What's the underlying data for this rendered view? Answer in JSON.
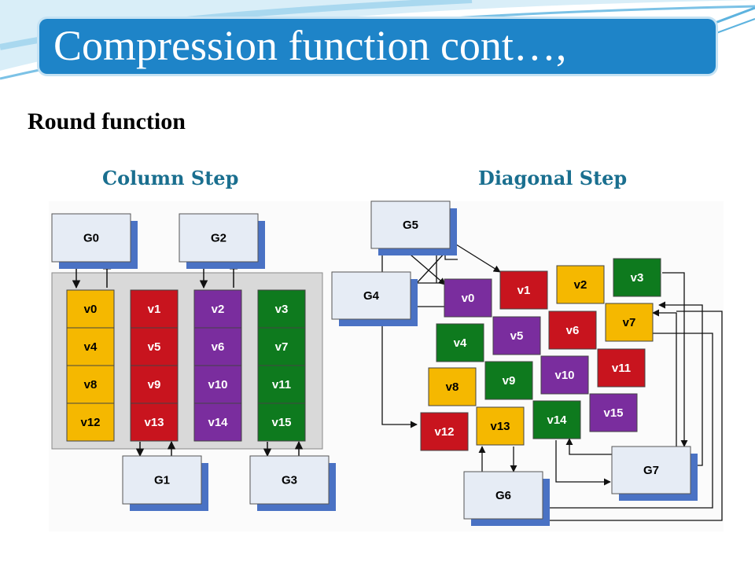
{
  "slide": {
    "title": "Compression function cont…,",
    "subtitle": "Round function"
  },
  "column_step": {
    "label": "Column Step",
    "g_boxes": [
      "G0",
      "G1",
      "G2",
      "G3"
    ],
    "columns": [
      {
        "cells": [
          "v0",
          "v4",
          "v8",
          "v12"
        ],
        "color": "#f5b800"
      },
      {
        "cells": [
          "v1",
          "v5",
          "v9",
          "v13"
        ],
        "color": "#c8141e"
      },
      {
        "cells": [
          "v2",
          "v6",
          "v10",
          "v14"
        ],
        "color": "#7a2d9e"
      },
      {
        "cells": [
          "v3",
          "v7",
          "v11",
          "v15"
        ],
        "color": "#0e7a1e"
      }
    ]
  },
  "diagonal_step": {
    "label": "Diagonal Step",
    "g_boxes": [
      "G4",
      "G5",
      "G6",
      "G7"
    ],
    "cells": [
      "v0",
      "v1",
      "v2",
      "v3",
      "v4",
      "v5",
      "v6",
      "v7",
      "v8",
      "v9",
      "v10",
      "v11",
      "v12",
      "v13",
      "v14",
      "v15"
    ]
  },
  "colors": {
    "title_bar": "#1e84c8",
    "step_label": "#1a6f8f",
    "yellow": "#f5b800",
    "red": "#c8141e",
    "purple": "#7a2d9e",
    "green": "#0e7a1e",
    "g_box_fill": "#e6ecf5",
    "g_box_shadow": "#4a72c4",
    "panel": "#d9d9d9"
  }
}
